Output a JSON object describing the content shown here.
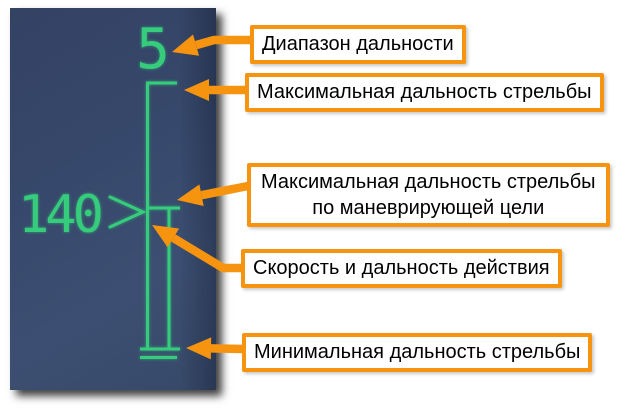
{
  "hud": {
    "range_scale_max": "5",
    "target_range": "140"
  },
  "callouts": {
    "range_band": {
      "line1": "Диапазон дальности"
    },
    "max_firing_range": {
      "line1": "Максимальная дальность стрельбы"
    },
    "max_firing_range_maneuvering": {
      "line1": "Максимальная дальность стрельбы",
      "line2": "по маневрирующей цели"
    },
    "speed_and_range": {
      "line1": "Скорость и дальность действия"
    },
    "min_firing_range": {
      "line1": "Минимальная дальность стрельбы"
    }
  },
  "colors": {
    "hud_green": "#35cc7b",
    "panel_blue": "#36486c",
    "callout_orange": "#f7940f",
    "callout_text": "#000000",
    "callout_bg": "#ffffff",
    "page_bg": "#ffffff"
  }
}
